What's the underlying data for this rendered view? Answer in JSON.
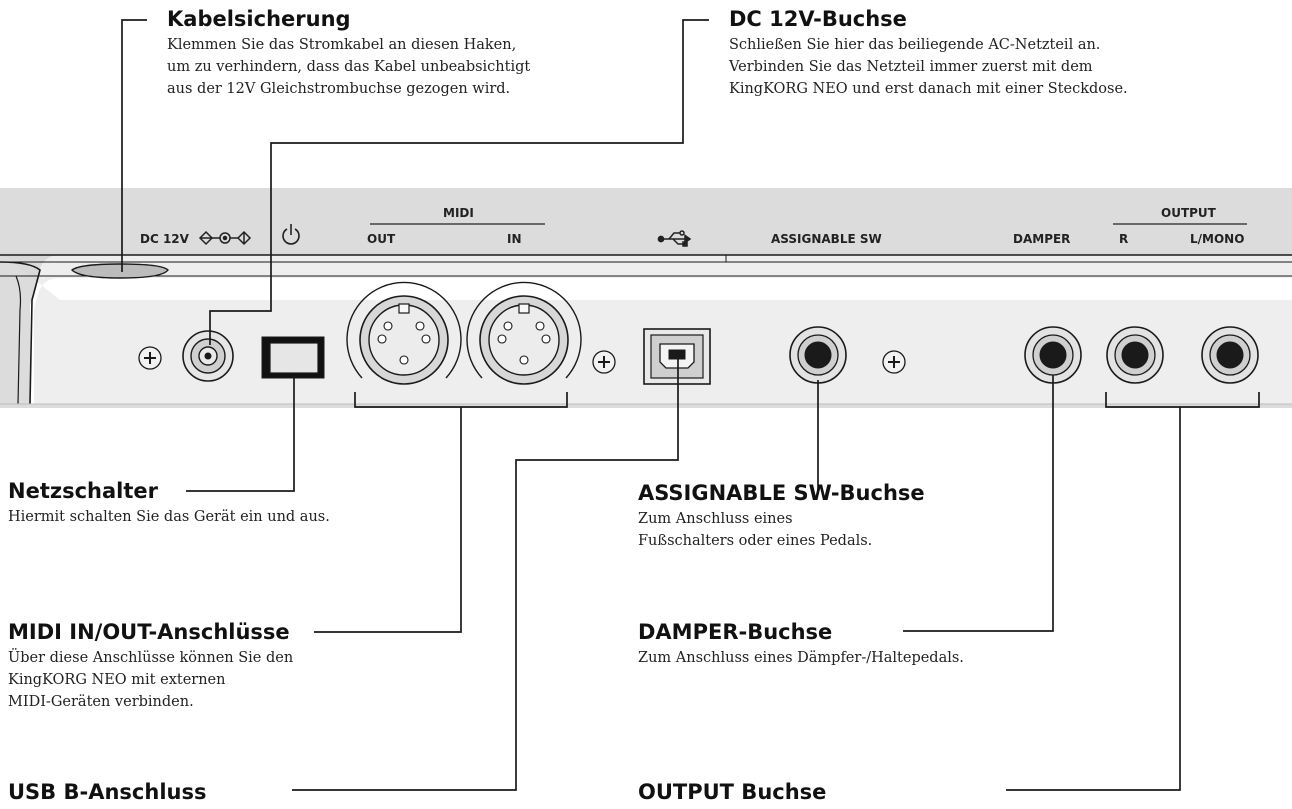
{
  "panel": {
    "labels": {
      "dc": "DC 12V",
      "midi": "MIDI",
      "out": "OUT",
      "in": "IN",
      "assignable": "ASSIGNABLE SW",
      "damper": "DAMPER",
      "output": "OUTPUT",
      "r": "R",
      "lmono": "L/MONO"
    },
    "colors": {
      "panel": "#dcdcdc",
      "line": "#1a1a1a"
    }
  },
  "callouts": {
    "kabel": {
      "title": "Kabelsicherung",
      "lines": [
        "Klemmen Sie das Stromkabel an diesen Haken,",
        "um zu verhindern, dass das Kabel unbeabsichtigt",
        "aus der 12V Gleichstrombuchse gezogen wird."
      ]
    },
    "dc": {
      "title": "DC 12V-Buchse",
      "lines": [
        "Schließen Sie hier das beiliegende AC-Netzteil an.",
        "Verbinden Sie das Netzteil immer zuerst mit dem",
        "KingKORG NEO und erst danach mit einer Steckdose."
      ]
    },
    "netz": {
      "title": "Netzschalter",
      "lines": [
        "Hiermit schalten Sie das Gerät ein und aus."
      ]
    },
    "assign": {
      "title": "ASSIGNABLE SW-Buchse",
      "lines": [
        "Zum Anschluss eines",
        "Fußschalters oder eines Pedals."
      ]
    },
    "midi": {
      "title": "MIDI IN/OUT-Anschlüsse",
      "lines": [
        "Über diese Anschlüsse können Sie den",
        "KingKORG NEO mit externen",
        "MIDI-Geräten verbinden."
      ]
    },
    "damper": {
      "title": "DAMPER-Buchse",
      "lines": [
        "Zum Anschluss eines Dämpfer-/Haltepedals."
      ]
    },
    "usb": {
      "title": "USB B-Anschluss",
      "lines": []
    },
    "output": {
      "title": "OUTPUT Buchse",
      "lines": []
    }
  }
}
